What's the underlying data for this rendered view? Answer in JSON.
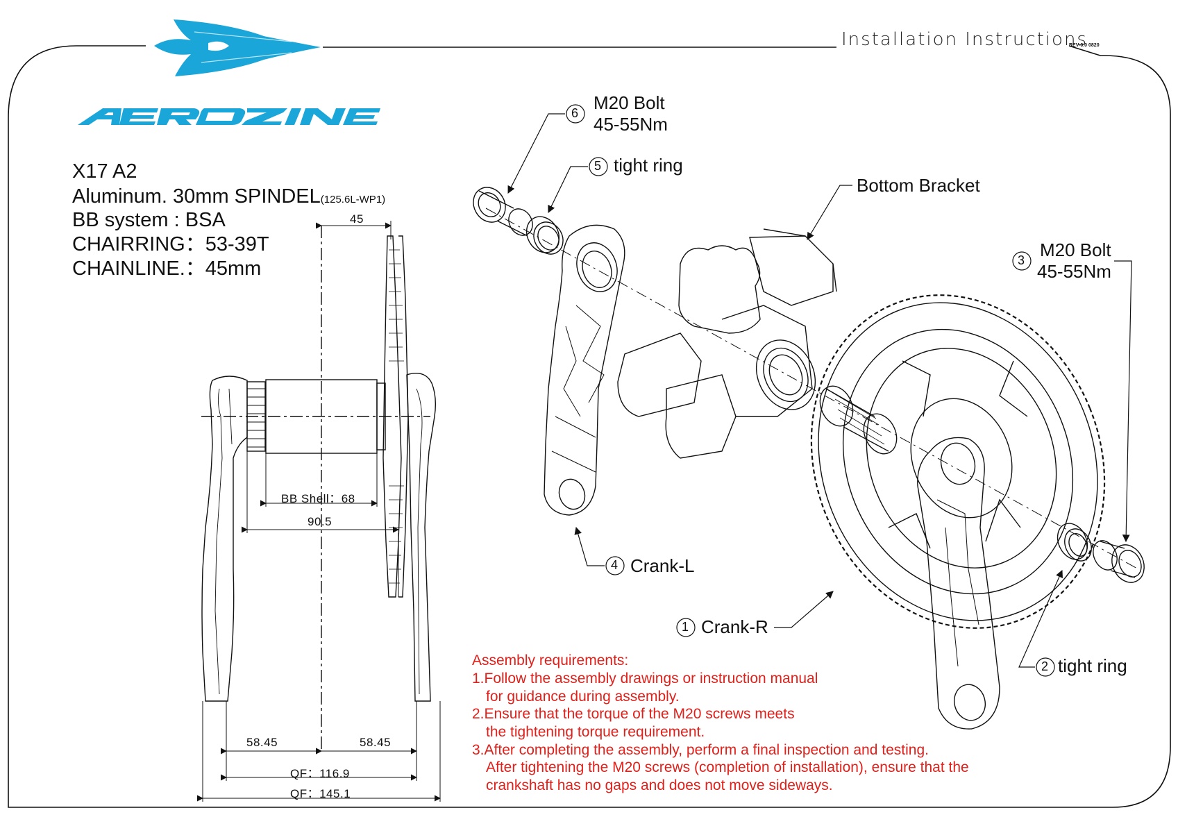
{
  "header": {
    "title": "Installation  Instructions",
    "rev": "REV-0.0 0820",
    "brand": "AEROZINE"
  },
  "specs": {
    "model": "X17 A2",
    "spindle": "Aluminum. 30mm SPINDEL",
    "spindle_code": "(125.6L-WP1)",
    "bb_system": "BB system : BSA",
    "chainring": "CHAIRRING：53-39T",
    "chainline": "CHAINLINE.：45mm"
  },
  "dimensions": {
    "d45": "45",
    "bb_shell": "BB  Shell：68",
    "d90": "90.5",
    "d58_left": "58.45",
    "d58_right": "58.45",
    "qf1": "QF：116.9",
    "qf2": "QF：145.1"
  },
  "callouts": {
    "c6_num": "6",
    "c6_l1": "M20 Bolt",
    "c6_l2": "45-55Nm",
    "c5_num": "5",
    "c5_l1": "tight ring",
    "bb": "Bottom Bracket",
    "c3_num": "3",
    "c3_l1": "M20 Bolt",
    "c3_l2": "45-55Nm",
    "c4_num": "4",
    "c4_l1": "Crank-L",
    "c1_num": "1",
    "c1_l1": "Crank-R",
    "c2_num": "2",
    "c2_l1": "tight ring"
  },
  "requirements": {
    "heading": "Assembly requirements:",
    "r1a": "1.Follow the assembly drawings or instruction manual",
    "r1b": "for guidance during assembly.",
    "r2a": "2.Ensure that the torque of the M20 screws meets",
    "r2b": "the tightening torque requirement.",
    "r3a": "3.After completing the assembly, perform a final inspection and testing.",
    "r3b": "After tightening the M20 screws (completion of installation), ensure that the",
    "r3c": "crankshaft has no gaps and does not move sideways."
  },
  "colors": {
    "brand_blue": "#1aa6d9",
    "requirement_red": "#e0201a",
    "line": "#111111"
  }
}
